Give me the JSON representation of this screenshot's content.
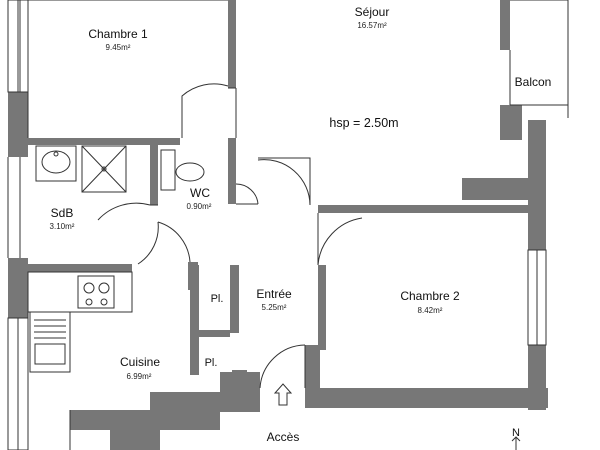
{
  "plan": {
    "ceiling_height": "hsp = 2.50m",
    "entrance_label": "Accès",
    "north_label": "N",
    "rooms": {
      "chambre1": {
        "name": "Chambre 1",
        "area": "9.45m²"
      },
      "sejour": {
        "name": "Séjour",
        "area": "16.57m²"
      },
      "balcon": {
        "name": "Balcon"
      },
      "sdb": {
        "name": "SdB",
        "area": "3.10m²"
      },
      "wc": {
        "name": "WC",
        "area": "0.90m²"
      },
      "entree": {
        "name": "Entrée",
        "area": "5.25m²"
      },
      "chambre2": {
        "name": "Chambre 2",
        "area": "8.42m²"
      },
      "cuisine": {
        "name": "Cuisine",
        "area": "6.99m²"
      },
      "placard1": {
        "name": "Pl."
      },
      "placard2": {
        "name": "Pl."
      }
    },
    "colors": {
      "wall": "#777777",
      "line": "#333333",
      "background": "#ffffff"
    }
  }
}
